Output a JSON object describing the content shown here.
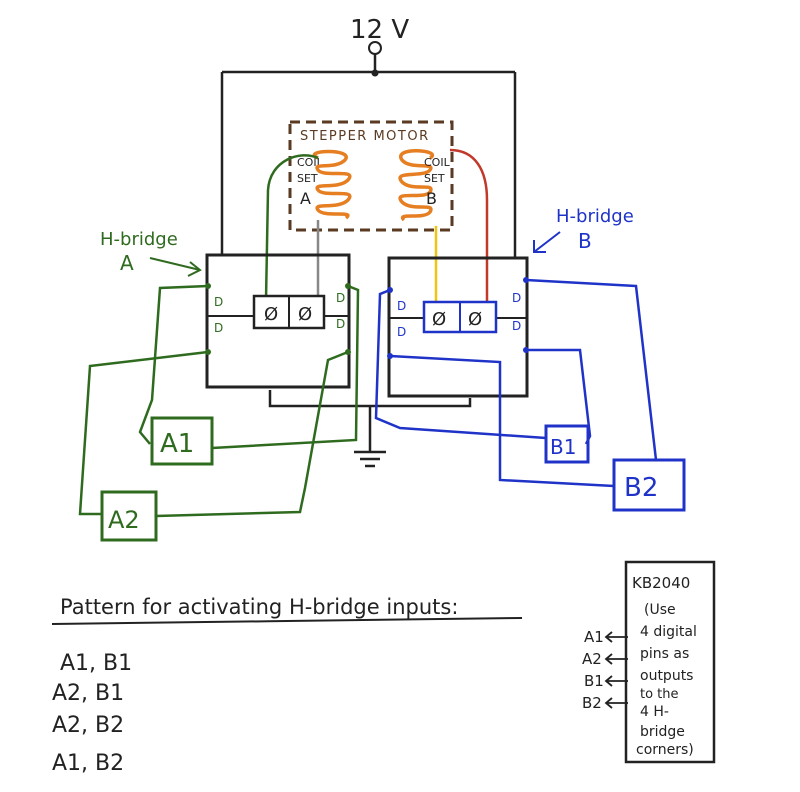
{
  "power": {
    "label": "12 V"
  },
  "motor": {
    "title": "STEPPER MOTOR",
    "coil_a": {
      "line1": "COIL",
      "line2": "SET",
      "line3": "A"
    },
    "coil_b": {
      "line1": "COIL",
      "line2": "SET",
      "line3": "B"
    }
  },
  "bridge_a": {
    "name_line1": "H-bridge",
    "name_line2": "A",
    "terminal": "Ø",
    "d_label": "D"
  },
  "bridge_b": {
    "name_line1": "H-bridge",
    "name_line2": "B",
    "terminal": "Ø",
    "d_label": "D"
  },
  "inputs": {
    "a1": "A1",
    "a2": "A2",
    "b1": "B1",
    "b2": "B2"
  },
  "pattern": {
    "title": "Pattern for activating H-bridge inputs:",
    "steps": [
      "A1, B1",
      "A2, B1",
      "A2, B2",
      "A1, B2"
    ]
  },
  "controller": {
    "name": "KB2040",
    "note_lines": [
      "(Use",
      "4 digital",
      "pins as",
      "outputs",
      "to the",
      "4 H-",
      "bridge",
      "corners)"
    ],
    "pins": [
      "A1",
      "A2",
      "B1",
      "B2"
    ]
  },
  "colors": {
    "ink": "#222222",
    "coil_a_wire": "#2f6b1f",
    "coil_b_wire": "#c0392b",
    "coil": "#e67e22",
    "gray_wire": "#888888",
    "yellow_wire": "#f1c40f",
    "bridge_a": "#2f6b1f",
    "bridge_b": "#1f33c8",
    "motor_box": "#5a3a22"
  }
}
